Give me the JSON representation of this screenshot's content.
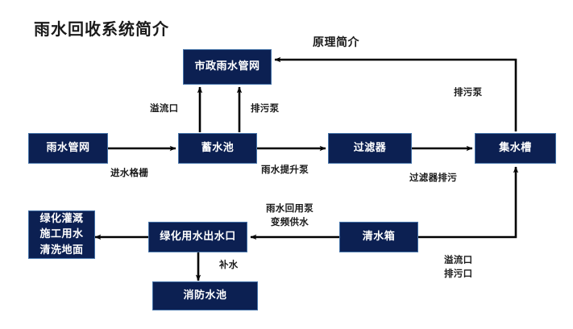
{
  "diagram": {
    "title": "雨水回收系统简介",
    "section_label": "原理简介",
    "accent_color": "#0c2052",
    "border_color": "#4472a8",
    "line_color": "#000000",
    "text_color": "#1a1a1a",
    "nodes": [
      {
        "id": "municipal-stormwater-network",
        "label": "市政雨水管网"
      },
      {
        "id": "rainwater-pipe-network",
        "label": "雨水管网"
      },
      {
        "id": "storage-tank",
        "label": "蓄水池"
      },
      {
        "id": "filter",
        "label": "过滤器"
      },
      {
        "id": "collection-tank",
        "label": "集水槽"
      },
      {
        "id": "greening-uses",
        "label": "绿化灌溉\n施工用水\n清洗地面"
      },
      {
        "id": "greening-water-outlet",
        "label": "绿化用水出水口"
      },
      {
        "id": "clean-water-tank",
        "label": "清水箱"
      },
      {
        "id": "fire-water-pool",
        "label": "消防水池"
      }
    ],
    "edge_labels": [
      {
        "id": "overflow-port-top",
        "text": "溢流口"
      },
      {
        "id": "sewage-pump-top",
        "text": "排污泵"
      },
      {
        "id": "inlet-grate",
        "text": "进水格栅"
      },
      {
        "id": "rainwater-lift-pump",
        "text": "雨水提升泵"
      },
      {
        "id": "filter-blowdown",
        "text": "过滤器排污"
      },
      {
        "id": "sewage-pump-right",
        "text": "排污泵"
      },
      {
        "id": "reuse-pump",
        "text": "雨水回用泵\n变频供水"
      },
      {
        "id": "overflow-and-drain",
        "text": "溢流口\n排污口"
      },
      {
        "id": "makeup-water",
        "text": "补水"
      }
    ]
  }
}
